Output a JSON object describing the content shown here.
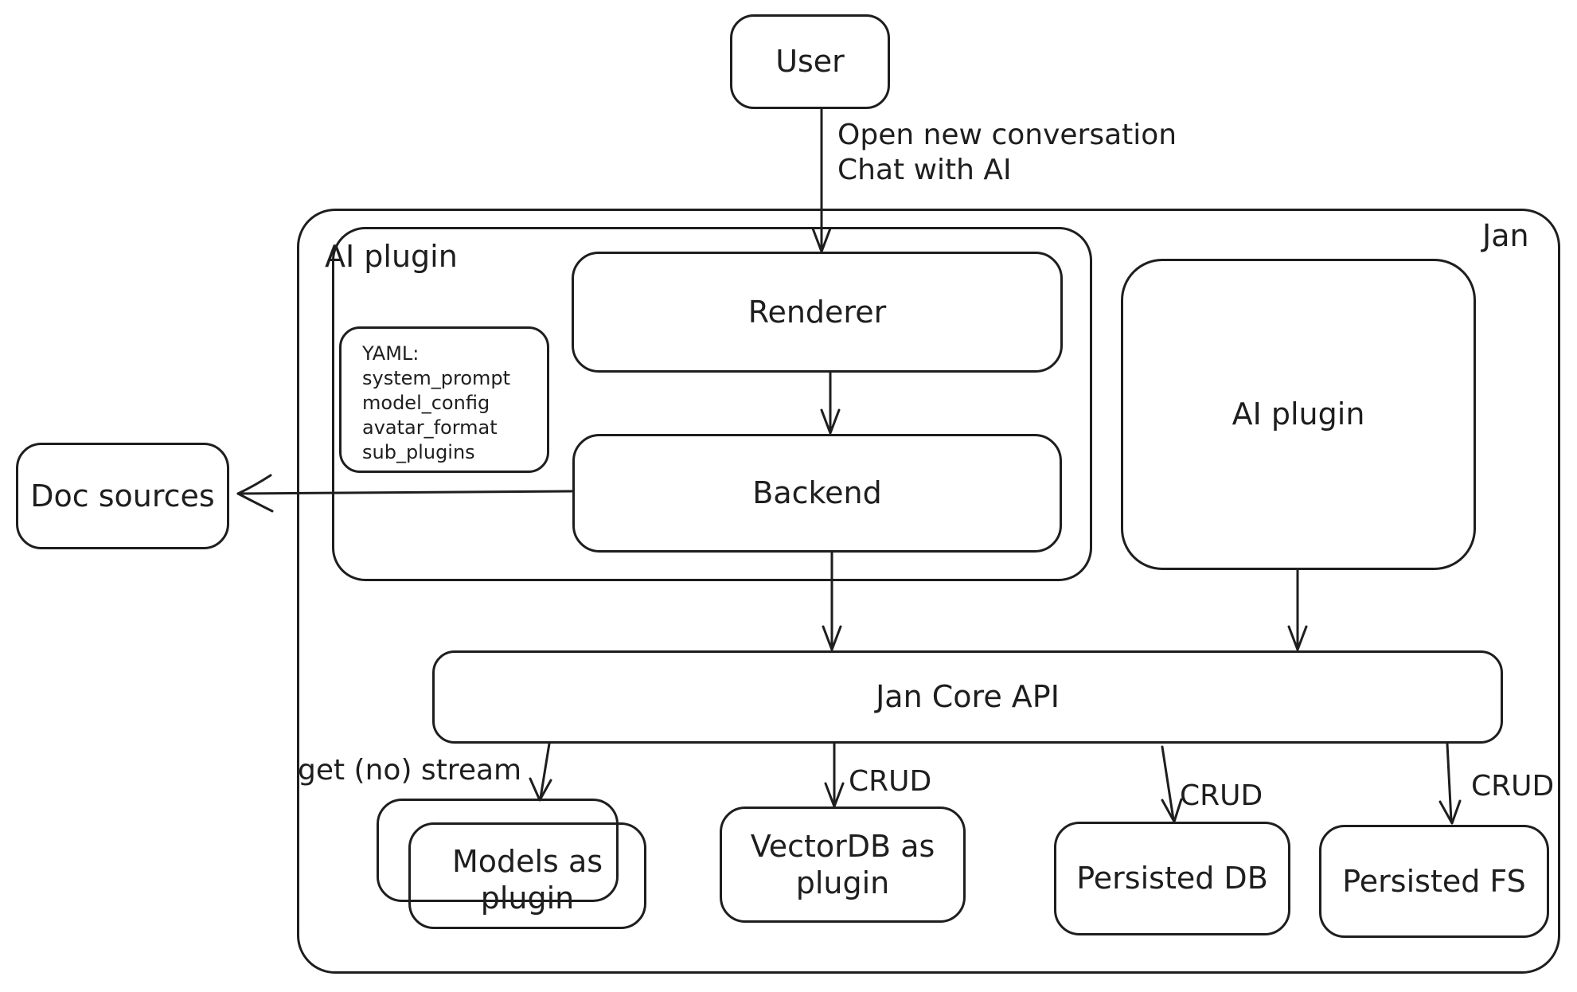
{
  "diagram": {
    "title": "Jan architecture diagram",
    "background": "#ffffff",
    "stroke_color": "#1e1e1e",
    "containers": {
      "jan": {
        "label": "Jan"
      },
      "ai_plugin_group": {
        "label": "AI plugin"
      }
    },
    "nodes": {
      "user": {
        "label": "User"
      },
      "renderer": {
        "label": "Renderer"
      },
      "backend": {
        "label": "Backend"
      },
      "doc_sources": {
        "label": "Doc sources"
      },
      "ai_plugin": {
        "label": "AI plugin"
      },
      "jan_core_api": {
        "label": "Jan Core API"
      },
      "models_as_plugin": {
        "label": "Models as\nplugin"
      },
      "vectordb": {
        "label": "VectorDB as\nplugin"
      },
      "persisted_db": {
        "label": "Persisted DB"
      },
      "persisted_fs": {
        "label": "Persisted FS"
      }
    },
    "notes": {
      "yaml": {
        "lines": [
          "YAML:",
          "system_prompt",
          "model_config",
          "avatar_format",
          "sub_plugins"
        ]
      }
    },
    "edge_labels": {
      "user_to_renderer": "Open new conversation\nChat with AI",
      "api_to_models": "get (no) stream",
      "api_to_vectordb": "CRUD",
      "api_to_persisted_db": "CRUD",
      "api_to_persisted_fs": "CRUD"
    }
  }
}
